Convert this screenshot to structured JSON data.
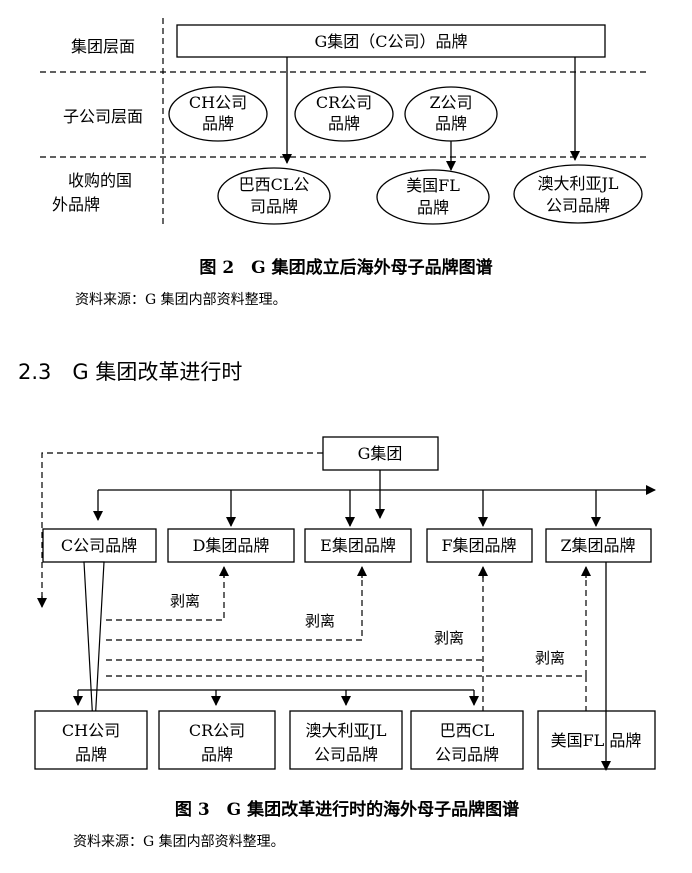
{
  "fig2": {
    "rows": [
      "集团层面",
      "子公司层面",
      "收购的国",
      "外品牌"
    ],
    "top_box": "G集团（C公司）品牌",
    "sub_brands": [
      {
        "l1": "CH公司",
        "l2": "品牌"
      },
      {
        "l1": "CR公司",
        "l2": "品牌"
      },
      {
        "l1": "Z公司",
        "l2": "品牌"
      }
    ],
    "acquired": [
      {
        "l1": "巴西CL公",
        "l2": "司品牌"
      },
      {
        "l1": "美国FL",
        "l2": "品牌"
      },
      {
        "l1": "澳大利亚JL",
        "l2": "公司品牌"
      }
    ],
    "caption": "图 2　G 集团成立后海外母子品牌图谱",
    "source": "资料来源：G 集团内部资料整理。"
  },
  "section_heading": "2.3　G 集团改革进行时",
  "fig3": {
    "group": "G集团",
    "mid": [
      "C公司品牌",
      "D集团品牌",
      "E集团品牌",
      "F集团品牌",
      "Z集团品牌"
    ],
    "bottom": [
      {
        "l1": "CH公司",
        "l2": "品牌"
      },
      {
        "l1": "CR公司",
        "l2": "品牌"
      },
      {
        "l1": "澳大利亚JL",
        "l2": "公司品牌"
      },
      {
        "l1": "巴西CL",
        "l2": "公司品牌"
      },
      {
        "l1": "美国FL 品牌",
        "l2": ""
      }
    ],
    "strip": "剥离",
    "caption": "图 3　G 集团改革进行时的海外母子品牌图谱",
    "source": "资料来源：G 集团内部资料整理。"
  }
}
